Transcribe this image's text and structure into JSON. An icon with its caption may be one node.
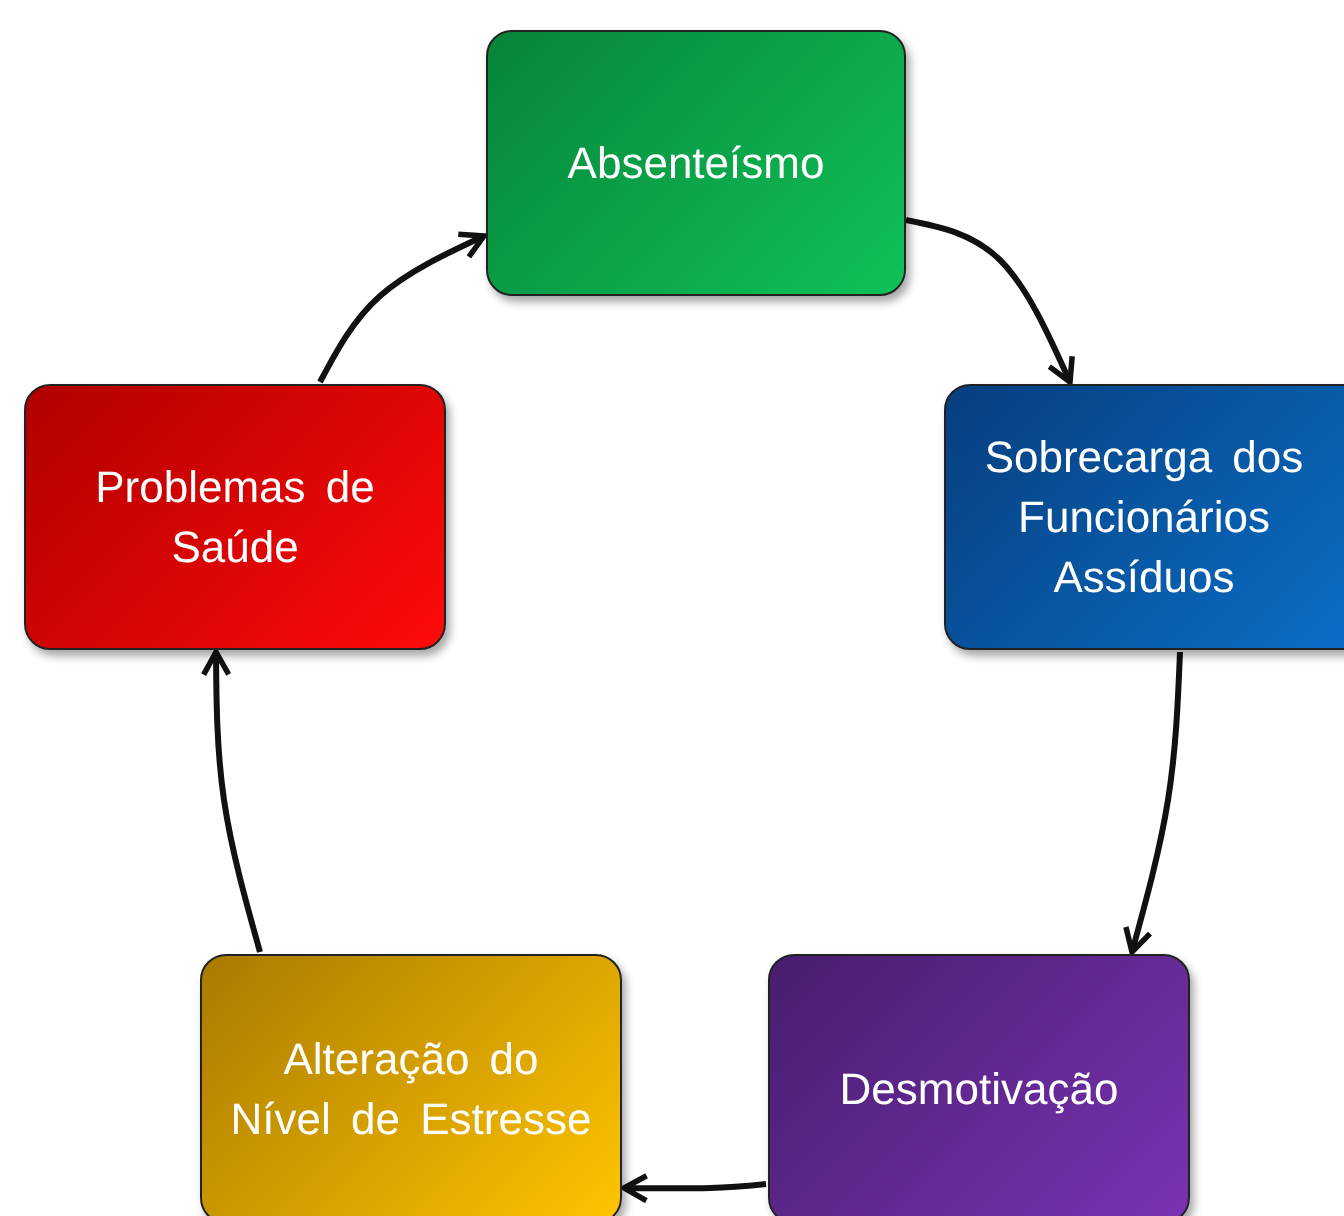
{
  "diagram": {
    "nodes": [
      {
        "text": [
          "Absenteísmo"
        ]
      },
      {
        "text": [
          "Sobrecarga dos Funcionários Assíduos"
        ]
      },
      {
        "text": [
          "Desmotivação"
        ]
      },
      {
        "text": [
          "Alteração do Nível de Estresse"
        ]
      },
      {
        "text": [
          "Problemas de Saúde"
        ]
      }
    ],
    "edges": [
      {
        "from": 0,
        "to": 1,
        "arrow": "to"
      },
      {
        "from": 1,
        "to": 2,
        "arrow": "to"
      },
      {
        "from": 2,
        "to": 3,
        "arrow": "to"
      },
      {
        "from": 3,
        "to": 4,
        "arrow": "to"
      },
      {
        "from": 4,
        "to": 0,
        "arrow": "to"
      }
    ]
  }
}
